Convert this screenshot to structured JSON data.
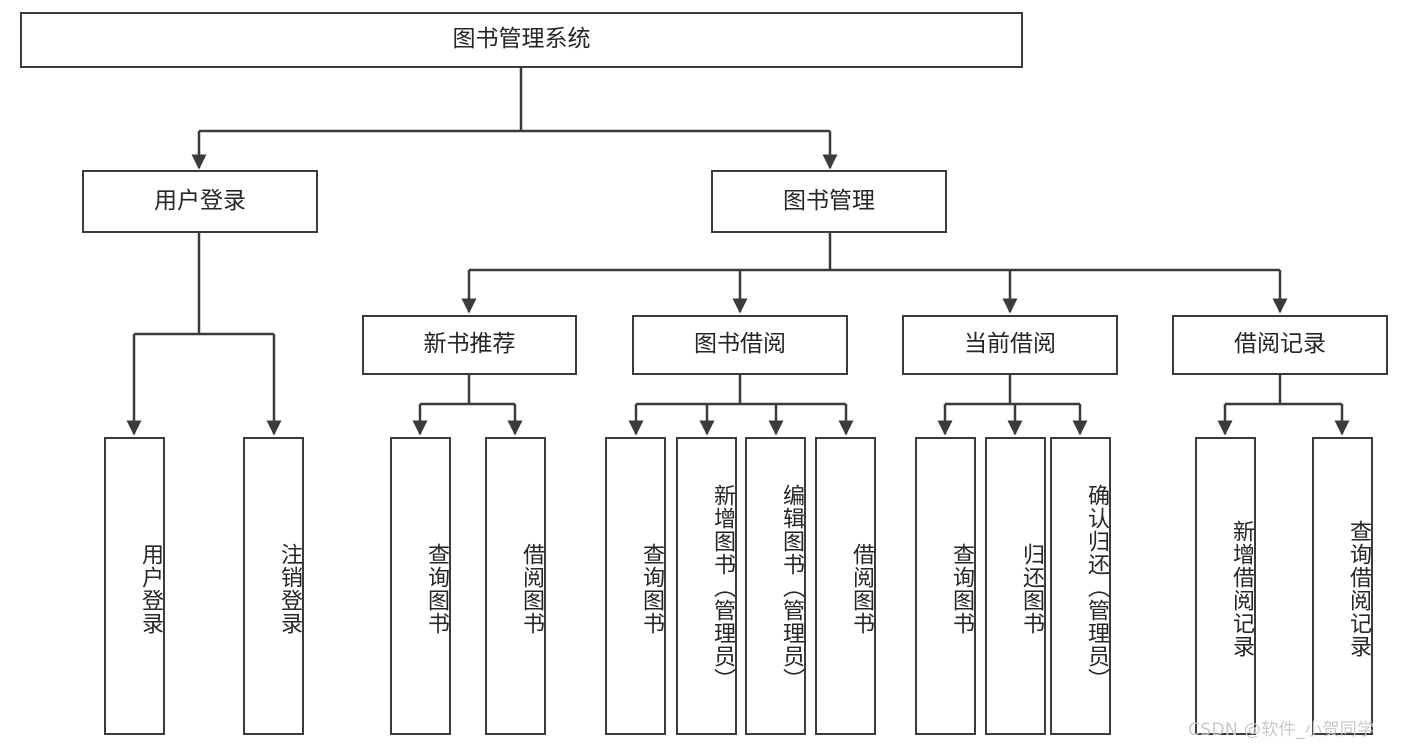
{
  "diagram": {
    "title": "图书管理系统",
    "root": {
      "label": "图书管理系统"
    },
    "level1": [
      {
        "label": "用户登录"
      },
      {
        "label": "图书管理"
      }
    ],
    "level2": [
      {
        "label": "新书推荐"
      },
      {
        "label": "图书借阅"
      },
      {
        "label": "当前借阅"
      },
      {
        "label": "借阅记录"
      }
    ],
    "leaves": {
      "user_login": [
        {
          "label": "用户登录"
        },
        {
          "label": "注销登录"
        }
      ],
      "new_book_recommend": [
        {
          "label": "查询图书"
        },
        {
          "label": "借阅图书"
        }
      ],
      "book_borrow": [
        {
          "label": "查询图书"
        },
        {
          "label": "新增图书（管理员）"
        },
        {
          "label": "编辑图书（管理员）"
        },
        {
          "label": "借阅图书"
        }
      ],
      "current_borrow": [
        {
          "label": "查询图书"
        },
        {
          "label": "归还图书"
        },
        {
          "label": "确认归还（管理员）"
        }
      ],
      "borrow_record": [
        {
          "label": "新增借阅记录"
        },
        {
          "label": "查询借阅记录"
        }
      ]
    }
  },
  "watermark": {
    "text": "CSDN @软件_小贺同学"
  },
  "colors": {
    "border": "#3b3b3b",
    "text": "#262626",
    "background": "#ffffff",
    "watermark": "#c9c9c9"
  }
}
